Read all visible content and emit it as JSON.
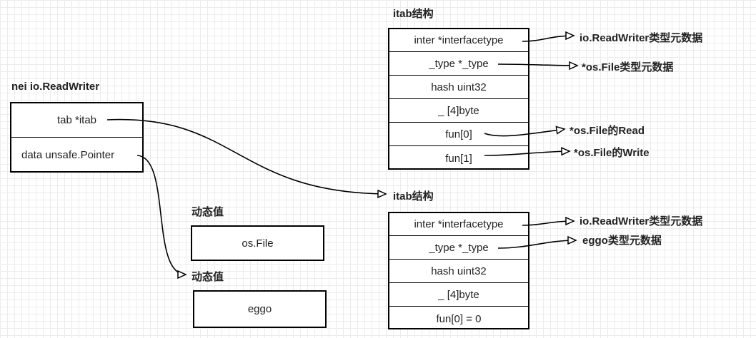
{
  "itab1": {
    "title": "itab结构",
    "fields": [
      "inter *interfacetype",
      "_type *_type",
      "hash uint32",
      "_ [4]byte",
      "fun[0]",
      "fun[1]"
    ],
    "targets": {
      "inter": "io.ReadWriter类型元数据",
      "type": "*os.File类型元数据",
      "fun0": "*os.File的Read",
      "fun1": "*os.File的Write"
    }
  },
  "nei": {
    "title": "nei io.ReadWriter",
    "tab": "tab *itab",
    "data": "data  unsafe.Pointer"
  },
  "itab2": {
    "title": "itab结构",
    "fields": [
      "inter *interfacetype",
      "_type *_type",
      "hash uint32",
      "_ [4]byte",
      "fun[0] = 0"
    ],
    "targets": {
      "inter": "io.ReadWriter类型元数据",
      "type": "eggo类型元数据"
    }
  },
  "dyn1": {
    "title": "动态值",
    "value": "os.File"
  },
  "dyn2": {
    "title": "动态值",
    "value": "eggo"
  }
}
